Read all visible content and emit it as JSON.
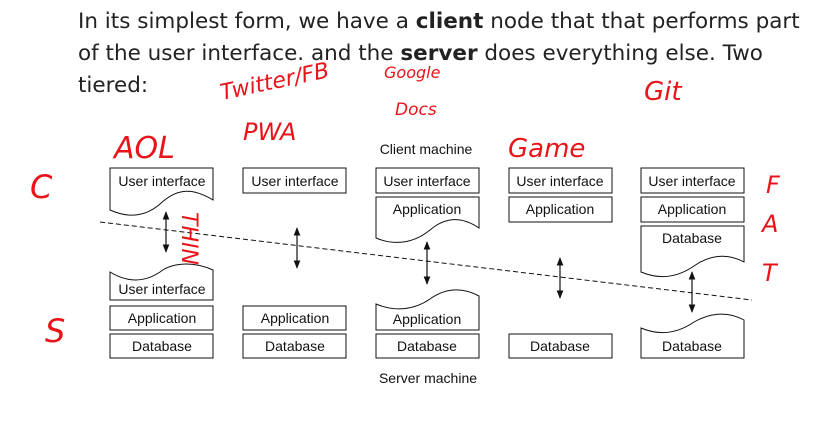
{
  "slide": {
    "intro": "In its simplest form, we have a ",
    "client_word": "client",
    "mid": " node that that performs part of the user interface. and the ",
    "server_word": "server",
    "end": " does everything else. Two tiered:"
  },
  "diagram": {
    "client_caption": "Client machine",
    "server_caption": "Server machine",
    "ui": "User interface",
    "app": "Application",
    "db": "Database"
  },
  "annotations": {
    "aol": "AOL",
    "twitter": "Twitter/FB",
    "pwa": "PWA",
    "google": "Google",
    "docs": "Docs",
    "game": "Game",
    "git": "Git",
    "c": "C",
    "s": "S",
    "f": "F",
    "a": "A",
    "t": "T",
    "thin": "THIN"
  },
  "colors": {
    "ink": "#e8141a",
    "text": "#222222"
  }
}
